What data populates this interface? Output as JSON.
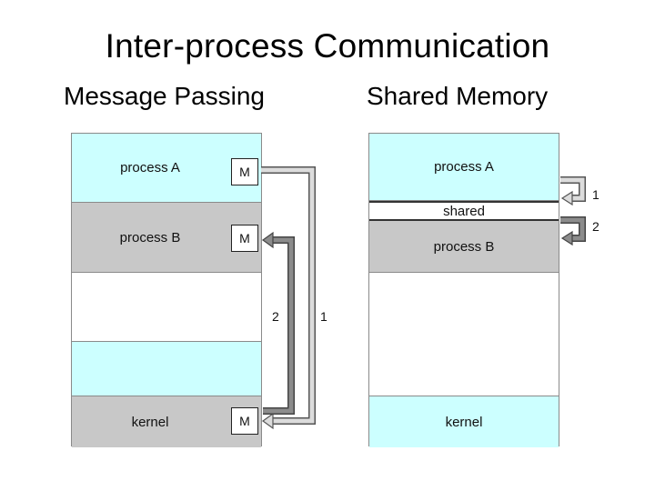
{
  "title": "Inter-process Communication",
  "left": {
    "heading": "Message Passing",
    "process_a": "process A",
    "process_b": "process B",
    "kernel": "kernel",
    "message_box": "M",
    "arrow_1": "1",
    "arrow_2": "2"
  },
  "right": {
    "heading": "Shared Memory",
    "process_a": "process A",
    "shared": "shared",
    "process_b": "process B",
    "kernel": "kernel",
    "arrow_1": "1",
    "arrow_2": "2"
  },
  "colors": {
    "process_fill": "#ccffff",
    "gray_fill": "#c8c8c8",
    "arrow_1": "#d9d9d9",
    "arrow_2": "#8c8c8c"
  }
}
